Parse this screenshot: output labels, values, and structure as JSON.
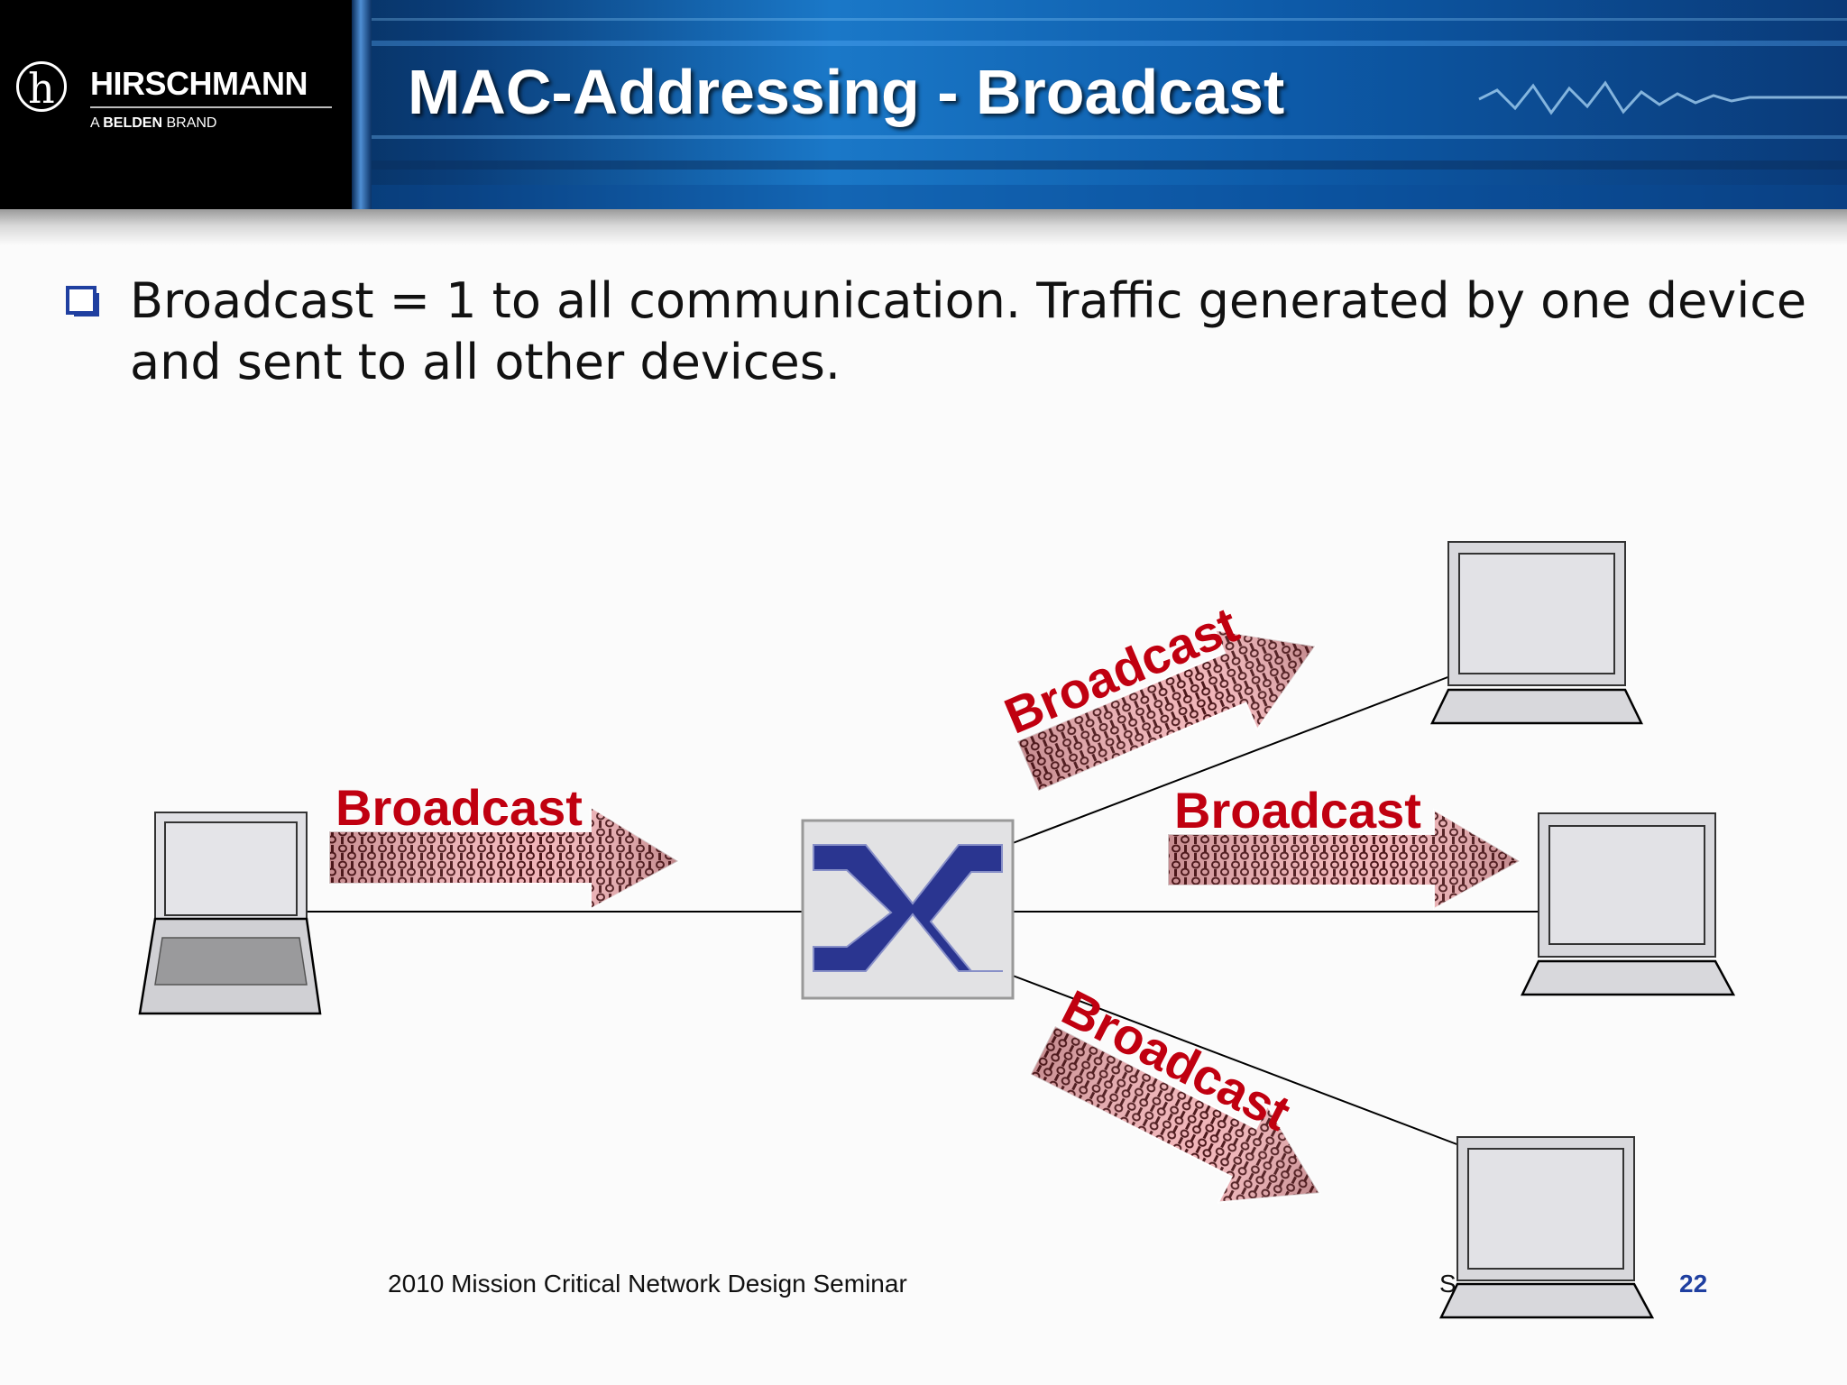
{
  "header": {
    "title": "MAC-Addressing - Broadcast",
    "logo_mark": "h",
    "brand_name": "HIRSCHMANN",
    "tagline_prefix": "A ",
    "tagline_brand": "BELDEN",
    "tagline_suffix": " BRAND"
  },
  "bullet": {
    "icon": "checkbox-square-icon",
    "text": "Broadcast = 1 to all communication. Traffic generated by one device and sent to all other devices."
  },
  "diagram": {
    "switch_icon": "switch-crossover-icon",
    "arrow_labels": [
      "Broadcast",
      "Broadcast",
      "Broadcast",
      "Broadcast"
    ]
  },
  "footer": {
    "seminar": "2010 Mission Critical Network Design Seminar",
    "date_fragment": "S",
    "page": "22"
  },
  "colors": {
    "title_text": "#ffffff",
    "arrow_label": "#c00010",
    "switch_x": "#2a3590",
    "page_number": "#1f3fa0"
  }
}
